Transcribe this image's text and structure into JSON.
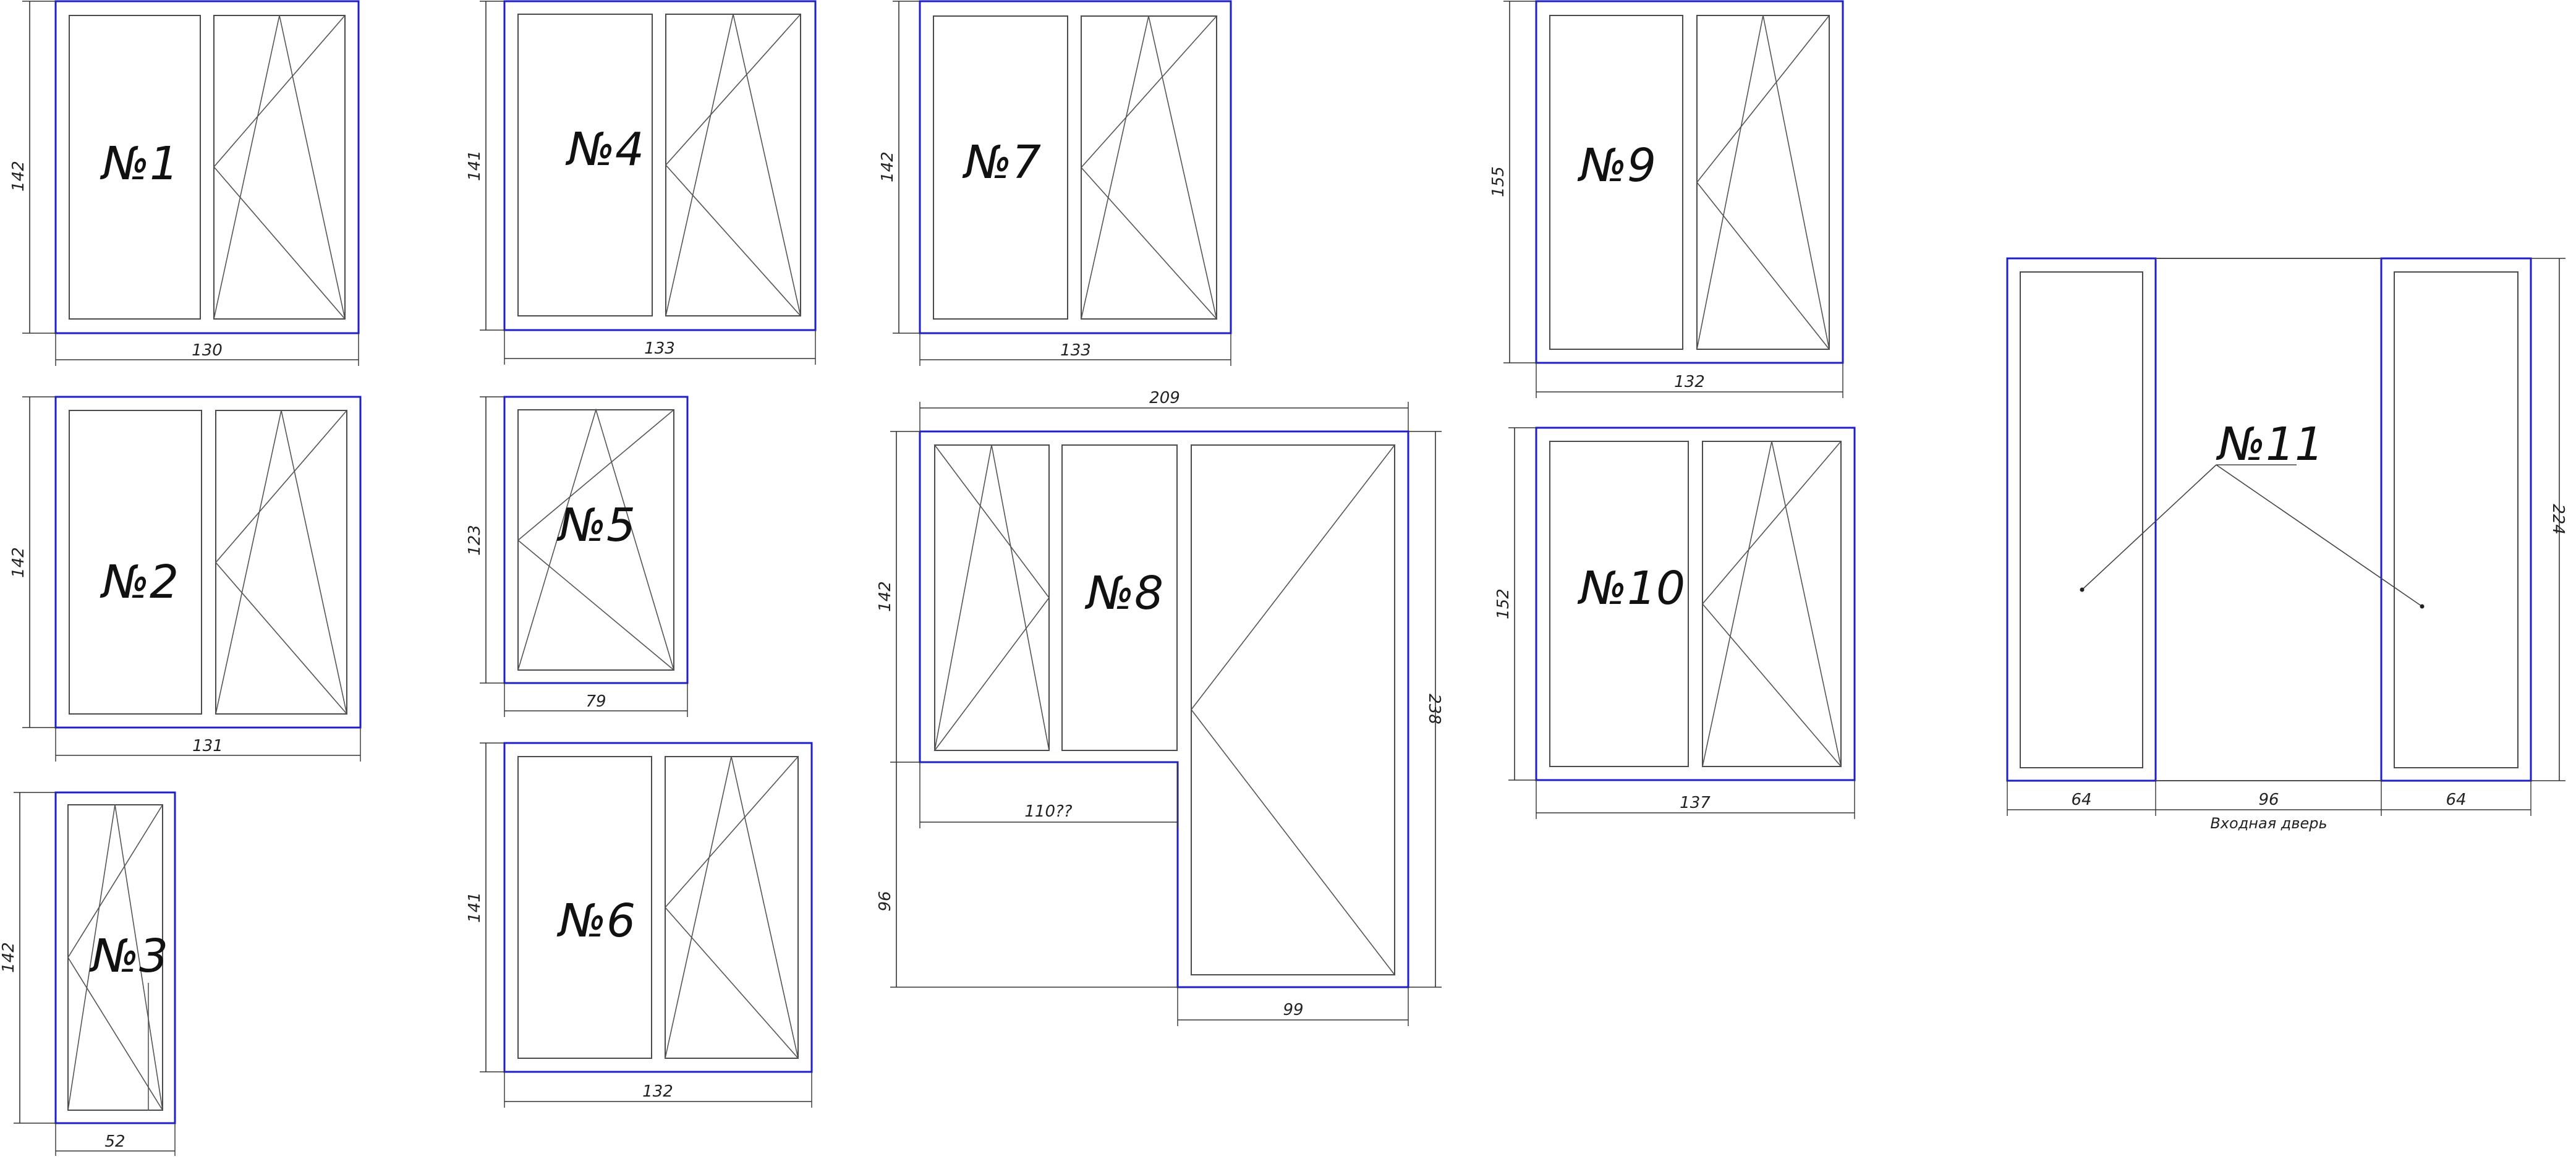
{
  "windows": {
    "w1": {
      "label": "№1",
      "width": "130",
      "height": "142"
    },
    "w2": {
      "label": "№2",
      "width": "131",
      "height": "142"
    },
    "w3": {
      "label": "№3",
      "width": "52",
      "height": "142"
    },
    "w4": {
      "label": "№4",
      "width": "133",
      "height": "141"
    },
    "w5": {
      "label": "№5",
      "width": "79",
      "height": "123"
    },
    "w6": {
      "label": "№6",
      "width": "132",
      "height": "141"
    },
    "w7": {
      "label": "№7",
      "width": "133",
      "height": "142"
    },
    "w8": {
      "label": "№8",
      "width_total": "209",
      "height_window": "142",
      "height_lower": "96",
      "height_total": "238",
      "width_window": "110??",
      "width_door": "99"
    },
    "w9": {
      "label": "№9",
      "width": "132",
      "height": "155"
    },
    "w10": {
      "label": "№10",
      "width": "137",
      "height": "152"
    },
    "w11": {
      "label": "№11",
      "width_left": "64",
      "width_middle": "96",
      "width_right": "64",
      "middle_caption": "Входная дверь",
      "height": "224"
    }
  },
  "colors": {
    "frame": "#1f1fc8",
    "lines": "#4a4a4a",
    "background": "#ffffff"
  }
}
